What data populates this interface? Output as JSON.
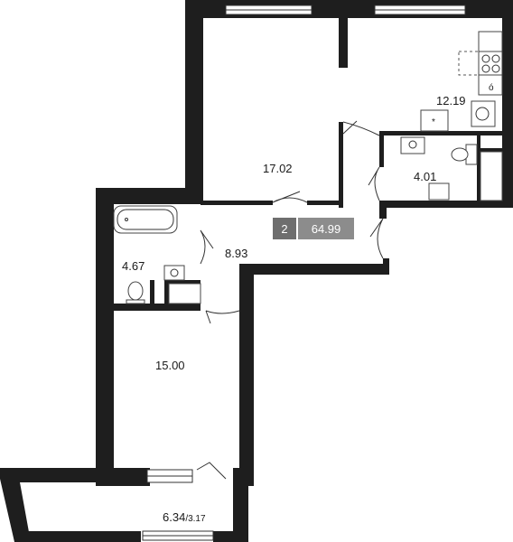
{
  "apartment": {
    "rooms_count": "2",
    "total_area": "64.99"
  },
  "rooms": {
    "bedroom_top": "17.02",
    "kitchen": "12.19",
    "bathroom_right": "4.01",
    "bathroom_left": "4.67",
    "hall": "8.93",
    "bedroom_bottom": "15.00",
    "balcony_area": "6.34",
    "balcony_coef": "/3.17"
  },
  "colors": {
    "walls": "#1e1e1e",
    "badge_rooms": "#6e6e6e",
    "badge_area": "#8c8c8c"
  }
}
